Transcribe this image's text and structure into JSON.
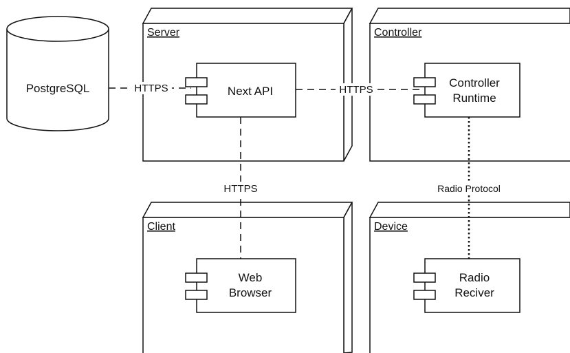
{
  "database": {
    "label": "PostgreSQL"
  },
  "nodes": {
    "server": {
      "title": "Server"
    },
    "controller": {
      "title": "Controller"
    },
    "client": {
      "title": "Client"
    },
    "device": {
      "title": "Device"
    }
  },
  "components": {
    "next_api": {
      "label": "Next API"
    },
    "controller_runtime": {
      "line1": "Controller",
      "line2": "Runtime"
    },
    "web_browser": {
      "line1": "Web",
      "line2": "Browser"
    },
    "radio_receiver": {
      "line1": "Radio",
      "line2": "Reciver"
    }
  },
  "connections": {
    "db_to_api": "HTTPS",
    "api_to_controller": "HTTPS",
    "api_to_client": "HTTPS",
    "controller_to_device": "Radio Protocol"
  }
}
